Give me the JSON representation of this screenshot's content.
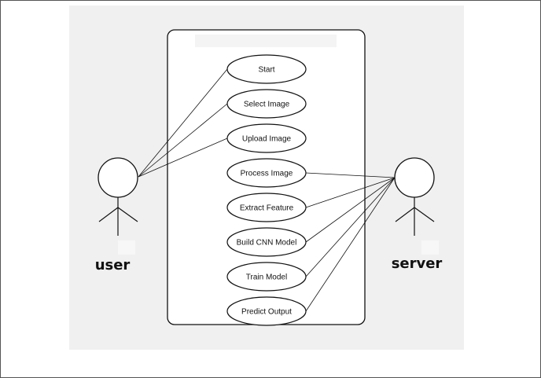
{
  "diagram": {
    "type": "use-case",
    "actors": {
      "left": {
        "label": "user"
      },
      "right": {
        "label": "server"
      }
    },
    "use_cases": [
      {
        "label": "Start"
      },
      {
        "label": "Select Image"
      },
      {
        "label": "Upload Image"
      },
      {
        "label": "Process Image"
      },
      {
        "label": "Extract Feature"
      },
      {
        "label": "Build CNN Model"
      },
      {
        "label": "Train Model"
      },
      {
        "label": "Predict Output"
      }
    ],
    "associations": [
      {
        "actor": "user",
        "use_case": "Start"
      },
      {
        "actor": "user",
        "use_case": "Select Image"
      },
      {
        "actor": "user",
        "use_case": "Upload Image"
      },
      {
        "actor": "server",
        "use_case": "Process Image"
      },
      {
        "actor": "server",
        "use_case": "Extract Feature"
      },
      {
        "actor": "server",
        "use_case": "Build CNN Model"
      },
      {
        "actor": "server",
        "use_case": "Train Model"
      },
      {
        "actor": "server",
        "use_case": "Predict Output"
      }
    ],
    "colors": {
      "stroke": "#111111",
      "fill": "#ffffff",
      "background": "#f0f0f0"
    }
  }
}
